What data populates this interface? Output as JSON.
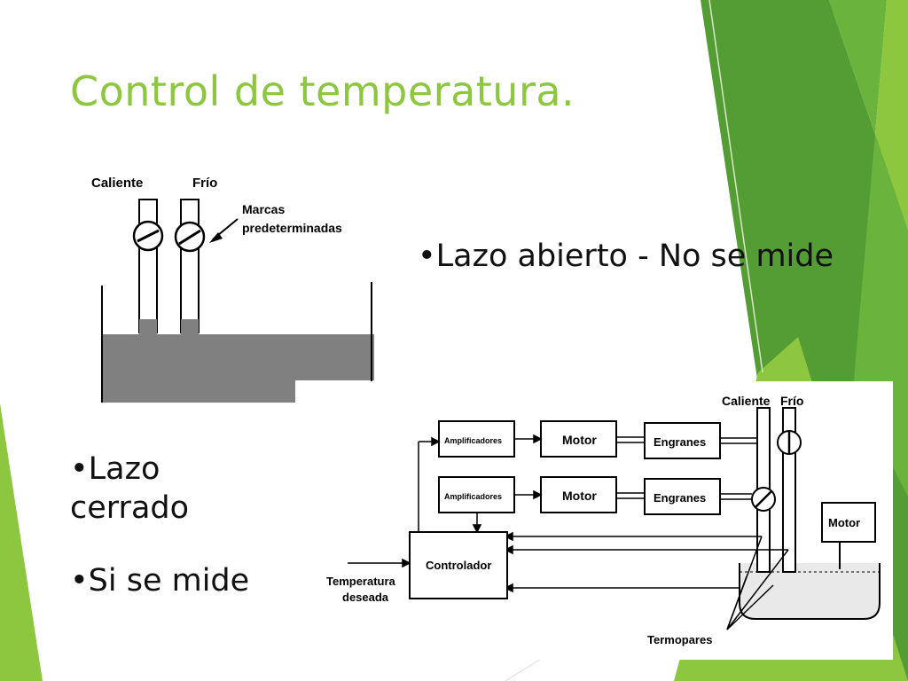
{
  "slide": {
    "title": "Control de temperatura.",
    "bullet_open_loop": "•Lazo abierto - No se mide",
    "bullet_closed_loop": "•Lazo cerrado",
    "bullet_measured": "•Si se mide"
  },
  "open_loop_figure": {
    "hot_label": "Caliente",
    "cold_label": "Frío",
    "marks_label_line1": "Marcas",
    "marks_label_line2": "predeterminadas"
  },
  "closed_loop_figure": {
    "amplifier_1": "Amplificadores",
    "amplifier_2": "Amplificadores",
    "motor_1": "Motor",
    "motor_2": "Motor",
    "gears_1": "Engranes",
    "gears_2": "Engranes",
    "controller": "Controlador",
    "desired_temp_line1": "Temperatura",
    "desired_temp_line2": "deseada",
    "hot_label": "Caliente",
    "cold_label": "Frío",
    "tank_motor": "Motor",
    "thermocouples": "Termopares"
  },
  "colors": {
    "title_green": "#8dc63f",
    "shape_dark_green": "#4e9a2e",
    "shape_light_green": "#8dc63f",
    "water_gray": "#808080"
  }
}
